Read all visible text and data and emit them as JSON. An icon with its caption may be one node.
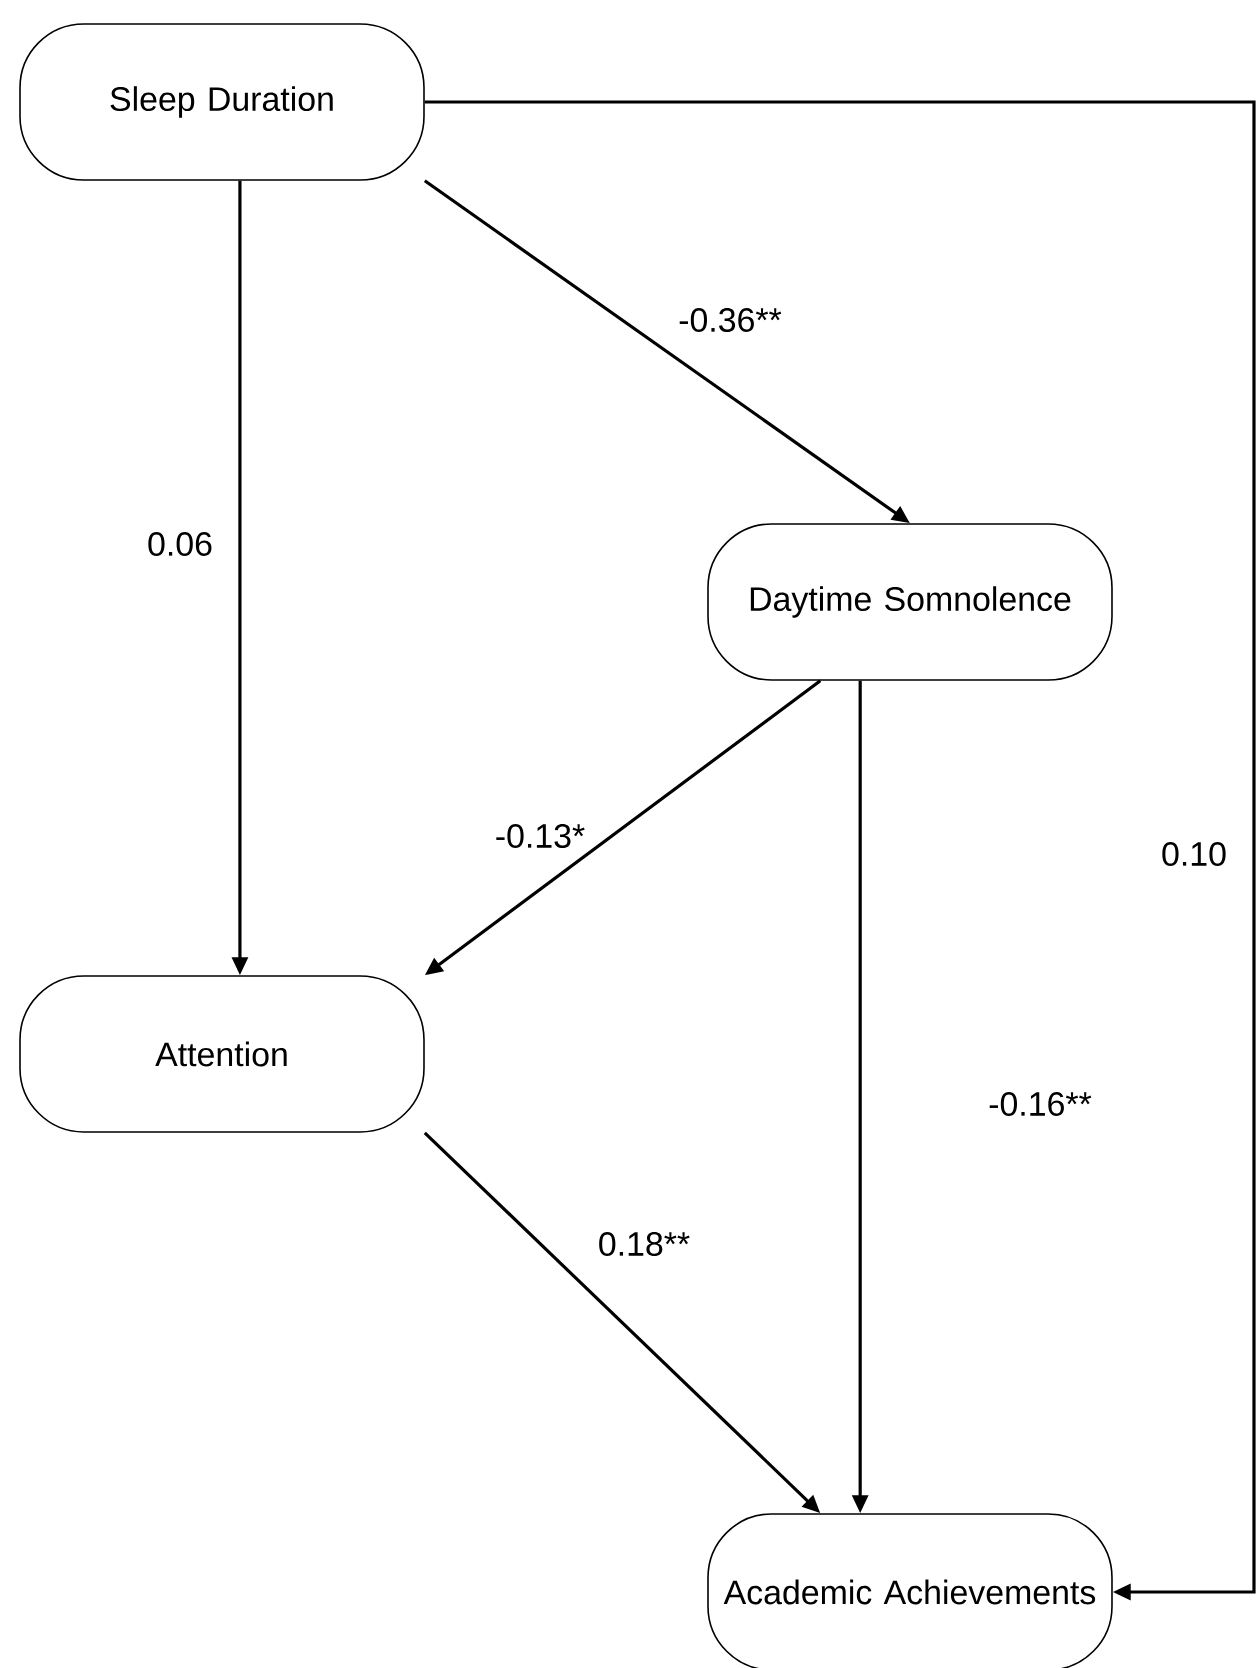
{
  "diagram": {
    "nodes": [
      {
        "text": [
          "Sleep Duration"
        ]
      },
      {
        "text": [
          "Daytime Somnolence"
        ]
      },
      {
        "text": [
          "Attention"
        ]
      },
      {
        "text": [
          "Academic Achievements"
        ]
      }
    ],
    "edges": [
      {
        "from": 0,
        "to": 1,
        "arrow": "to",
        "label": "-0.36**"
      },
      {
        "from": 0,
        "to": 2,
        "arrow": "to",
        "label": "0.06"
      },
      {
        "from": 1,
        "to": 2,
        "arrow": "to",
        "label": "-0.13*"
      },
      {
        "from": 1,
        "to": 3,
        "arrow": "to",
        "label": "-0.16**"
      },
      {
        "from": 2,
        "to": 3,
        "arrow": "to",
        "label": "0.18**"
      },
      {
        "from": 0,
        "to": 3,
        "arrow": "to",
        "label": "0.10"
      }
    ]
  }
}
